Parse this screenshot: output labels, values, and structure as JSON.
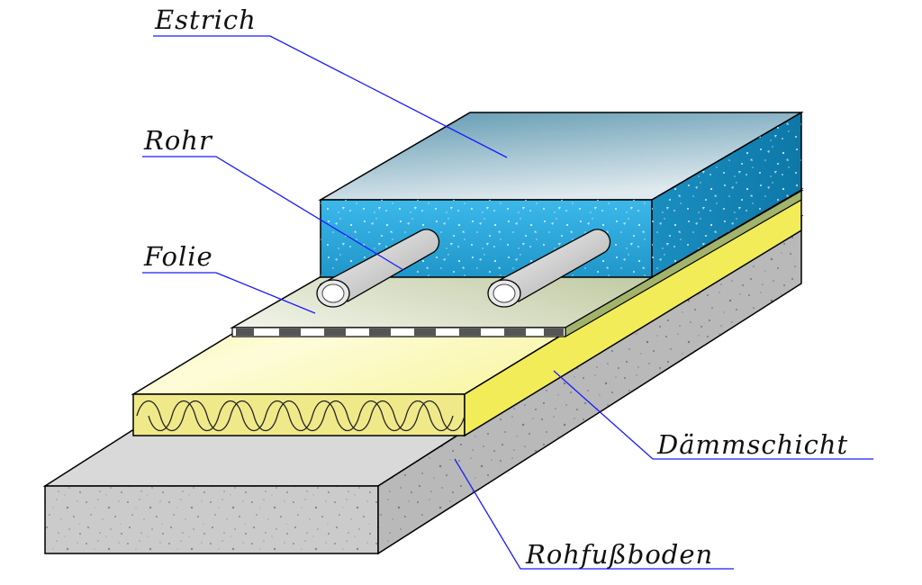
{
  "labels": {
    "estrich": "Estrich",
    "rohr": "Rohr",
    "folie": "Folie",
    "daemmschicht": "Dämmschicht",
    "rohfussboden": "Rohfußboden"
  },
  "colors": {
    "leader_line": "#1a1aff",
    "outline": "#000000",
    "concrete": "#c8c8c8",
    "concrete_top": "#d9d9d9",
    "insulation": "#f4f07a",
    "insulation_top": "#fbf7a0",
    "foil": "#a8b878",
    "screed": "#2aa6d8",
    "screed_top": "#6aa2b8",
    "pipe": "#d8d8d8"
  }
}
